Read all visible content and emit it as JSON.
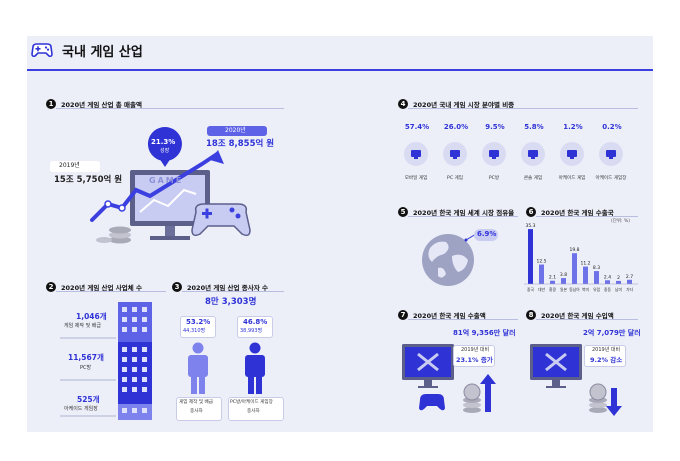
{
  "header": {
    "title": "국내 게임 산업"
  },
  "s1": {
    "num": "1",
    "title": "2020년 게임 산업 총 매출액",
    "y2019_label": "2019년",
    "y2019_value": "15조 5,750억 원",
    "y2020_label": "2020년",
    "y2020_value": "18조 8,855억 원",
    "growth_pct": "21.3%",
    "growth_label": "성장",
    "screen_text": "GAME"
  },
  "s2": {
    "num": "2",
    "title": "2020년 게임 산업 사업체 수",
    "items": [
      {
        "value": "1,046개",
        "label": "게임 제작 및 배급"
      },
      {
        "value": "11,567개",
        "label": "PC방"
      },
      {
        "value": "525개",
        "label": "아케이드 게임장"
      }
    ]
  },
  "s3": {
    "num": "3",
    "title": "2020년 게임 산업 종사자 수",
    "total": "8만 3,303명",
    "groups": [
      {
        "pct": "53.2%",
        "count": "44,310명",
        "label1": "게임 제작 및 배급",
        "label2": "종사자"
      },
      {
        "pct": "46.8%",
        "count": "38,993명",
        "label1": "PC방/아케이드 게임장",
        "label2": "종사자"
      }
    ]
  },
  "s4": {
    "num": "4",
    "title": "2020년 국내 게임 시장 분야별 비중",
    "items": [
      {
        "pct": "57.4%",
        "label": "모바일 게임",
        "icon": "mobile-icon"
      },
      {
        "pct": "26.0%",
        "label": "PC 게임",
        "icon": "laptop-icon"
      },
      {
        "pct": "9.5%",
        "label": "PC방",
        "icon": "monitor-icon"
      },
      {
        "pct": "5.8%",
        "label": "콘솔 게임",
        "icon": "gamepad-icon"
      },
      {
        "pct": "1.2%",
        "label": "아케이드 게임",
        "icon": "joystick-icon"
      },
      {
        "pct": "0.2%",
        "label": "아케이드 게임장",
        "icon": "arcade-machine-icon"
      }
    ]
  },
  "s5": {
    "num": "5",
    "title": "2020년 한국 게임 세계 시장 점유율",
    "share": "6.9%"
  },
  "s6": {
    "num": "6",
    "title": "2020년 한국 게임 수출국",
    "unit": "(단위: %)"
  },
  "s7": {
    "num": "7",
    "title": "2020년 한국 게임 수출액",
    "value": "81억 9,356만 달러",
    "compare_label": "2019년 대비",
    "change": "23.1% 증가"
  },
  "s8": {
    "num": "8",
    "title": "2020년 한국 게임 수입액",
    "value": "2억 7,079만 달러",
    "compare_label": "2019년 대비",
    "change": "9.2% 감소"
  },
  "colors": {
    "accent": "#2f33d6",
    "panel": "#eceef8",
    "dark": "#111111",
    "light_blue": "#9aa0e8"
  },
  "chart_data": {
    "type": "bar",
    "title": "2020년 한국 게임 수출국",
    "unit": "(단위: %)",
    "categories": [
      "중국",
      "대만",
      "홍콩",
      "일본",
      "동남아",
      "북미",
      "유럽",
      "중동",
      "남미",
      "기타"
    ],
    "values": [
      35.3,
      12.5,
      2.1,
      3.8,
      19.8,
      11.2,
      8.3,
      2.4,
      2.0,
      2.7
    ],
    "ylim": [
      0,
      36
    ],
    "grid": false
  }
}
